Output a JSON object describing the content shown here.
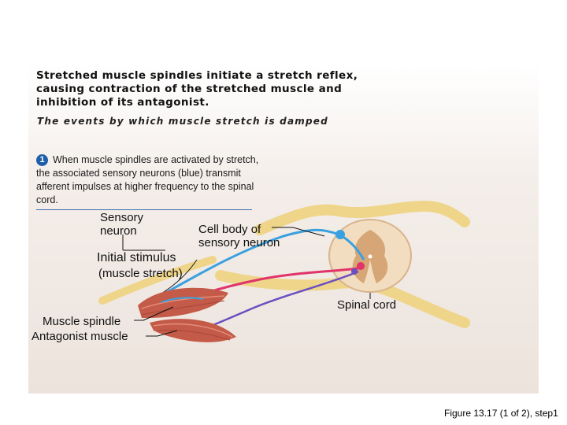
{
  "heading": "Stretched muscle spindles initiate a stretch reflex, causing contraction of the stretched muscle and inhibition of its antagonist.",
  "subheading": "The events by which muscle stretch is damped",
  "step": {
    "number": "1",
    "text": "When muscle spindles are activated by stretch, the associated sensory neurons (blue) transmit afferent impulses at higher frequency to the spinal cord."
  },
  "labels": {
    "sensory_neuron_line1": "Sensory",
    "sensory_neuron_line2": "neuron",
    "cell_body_line1": "Cell body of",
    "cell_body_line2": "sensory neuron",
    "initial_stimulus": "Initial stimulus",
    "muscle_stretch": "(muscle stretch)",
    "spinal_cord": "Spinal cord",
    "muscle_spindle": "Muscle spindle",
    "antagonist_muscle": "Antagonist muscle"
  },
  "figure_caption": "Figure 13.17 (1 of 2), step1",
  "colors": {
    "sensory_neuron": "#3aa0e0",
    "motor_neuron": "#e0346a",
    "inhibitory_neuron": "#6a4fc0",
    "muscle": "#c45a48",
    "nerve": "#efd58a",
    "step_badge": "#1f5fa8"
  }
}
